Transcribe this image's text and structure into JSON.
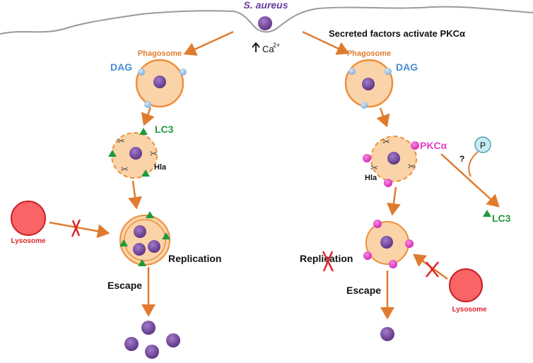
{
  "labels": {
    "s_aureus": "S. aureus",
    "calcium": "Ca",
    "calcium_sup": "2+",
    "secreted": "Secreted factors activate PKCα",
    "phagosome_left": "Phagosome",
    "phagosome_right": "Phagosome",
    "dag_left": "DAG",
    "dag_right": "DAG",
    "lc3_left": "LC3",
    "lc3_right": "LC3",
    "hla_left": "Hla",
    "hla_right": "Hla",
    "pkc": "PKCα",
    "question": "?",
    "p": "P",
    "lysosome_left": "Lysosome",
    "lysosome_right": "Lysosome",
    "replication_left": "Replication",
    "replication_right": "Replication",
    "escape_left": "Escape",
    "escape_right": "Escape"
  },
  "colors": {
    "arrow": "#e07b2e",
    "phagosome_fill": "#fbd3a9",
    "phagosome_stroke": "#ec8f3b",
    "bacterium": "#7b4ea3",
    "dag": "#9cc3e8",
    "lc3": "#1f9a3c",
    "pkc": "#e33fc6",
    "lysosome_fill": "#fb6467",
    "lysosome_stroke": "#c81e24",
    "lysosome_text": "#e0262b",
    "membrane": "#9a9a9a",
    "s_aureus_text": "#6a3d9a",
    "label_orange": "#e07b2e",
    "label_blue": "#4a8cd6"
  }
}
